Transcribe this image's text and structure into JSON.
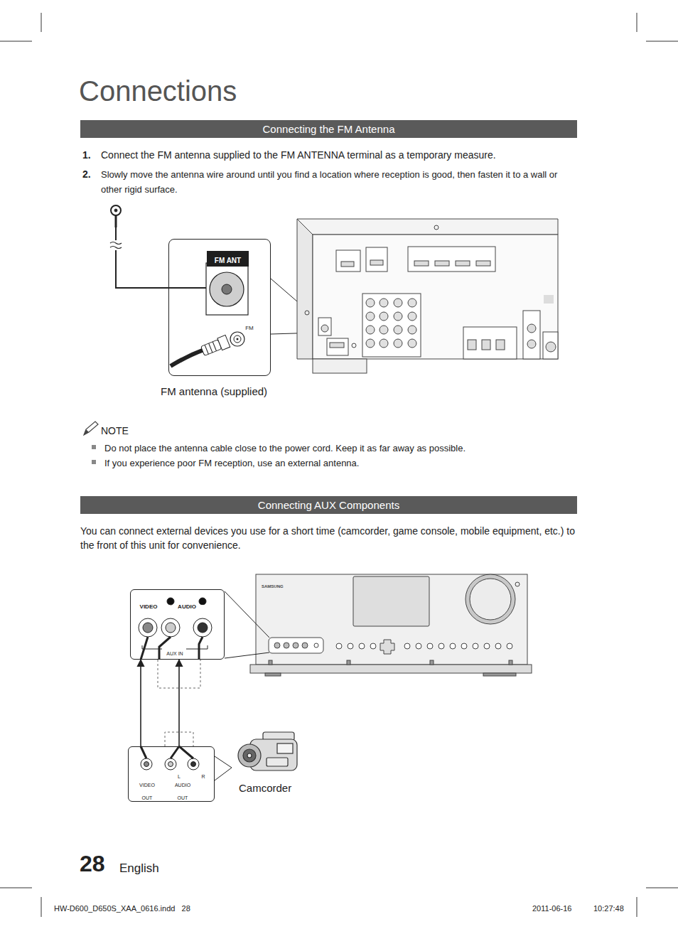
{
  "diagram": {
    "title": "Connections",
    "nodes": [
      {
        "text": [
          "Connecting the FM Antenna"
        ]
      },
      {
        "text": [
          "FM"
        ]
      },
      {
        "text": [
          "FM ANT"
        ],
        "in": 1
      },
      {
        "text": [
          "Connecting AUX Components"
        ]
      },
      {
        "text": [
          "VIDEO",
          "AUDIO",
          "AUX IN"
        ]
      },
      {
        "text": [
          "VIDEO OUT",
          "AUDIO OUT"
        ]
      }
    ],
    "edges": [
      {
        "from": 5,
        "to": 4,
        "arrow": "to"
      },
      {
        "from": 5,
        "to": 4,
        "arrow": "to"
      }
    ],
    "labels": [
      "1.",
      "Connect the FM antenna supplied to the FM ANTENNA terminal as a temporary measure.",
      "2.",
      "Slowly move the antenna wire around until you find a location where reception is good, then fasten it to a wall or other rigid surface.",
      "FM antenna (supplied)",
      "NOTE",
      "Do not place the antenna cable close to the power cord. Keep it as far away as possible.",
      "If you experience poor FM reception, use an external antenna.",
      "You can connect external devices you use for a short time (camcorder, game console, mobile equipment, etc.) to the front of this unit for convenience.",
      "L",
      "R",
      "L",
      "R",
      "SAMSUNG",
      "Camcorder",
      "28",
      "English",
      "HW-D600_D650S_XAA_0616.indd   28",
      "2011-06-16",
      "10:27:48"
    ]
  }
}
